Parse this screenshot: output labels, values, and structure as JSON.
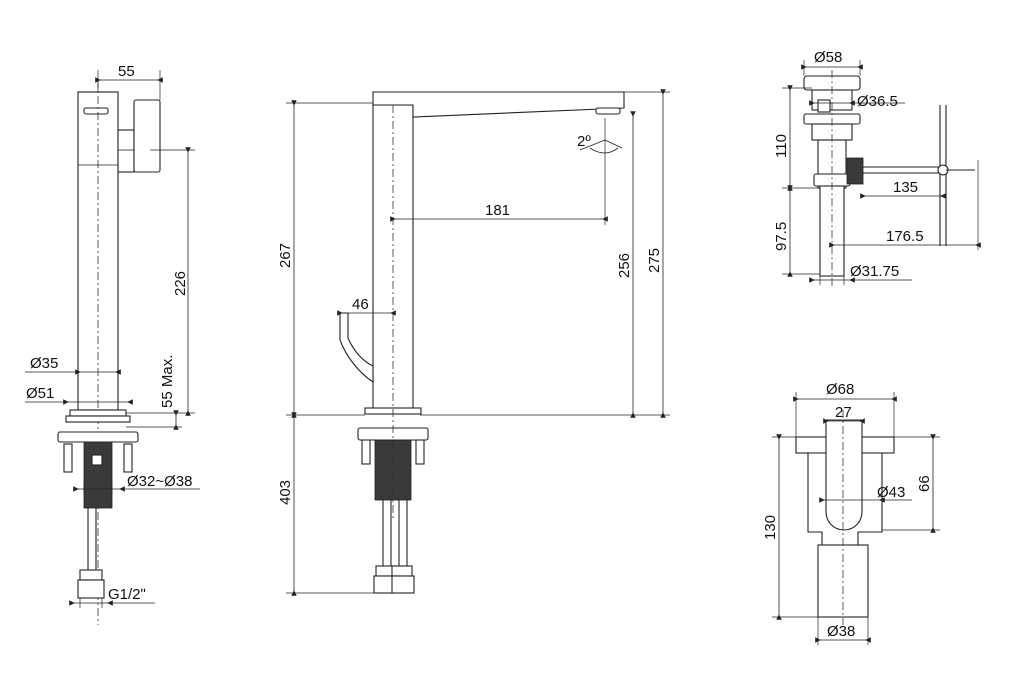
{
  "labels": {
    "side": {
      "width_top": "55",
      "height_226": "226",
      "dia_35": "Ø35",
      "dia_51": "Ø51",
      "max_55": "55 Max.",
      "dia_32_38": "Ø32~Ø38",
      "thread": "G1/2ʺ"
    },
    "front": {
      "h_267": "267",
      "h_403": "403",
      "w_46": "46",
      "reach_181": "181",
      "angle": "2º",
      "h_256": "256",
      "h_275": "275"
    },
    "drain": {
      "dia_58": "Ø58",
      "dia_36_5": "Ø36.5",
      "h_110": "110",
      "w_135": "135",
      "h_97_5": "97.5",
      "w_176_5": "176.5",
      "dia_31_75": "Ø31.75"
    },
    "trap": {
      "dia_68": "Ø68",
      "w_27": "27",
      "h_66": "66",
      "dia_43": "Ø43",
      "h_130": "130",
      "dia_38": "Ø38"
    }
  }
}
